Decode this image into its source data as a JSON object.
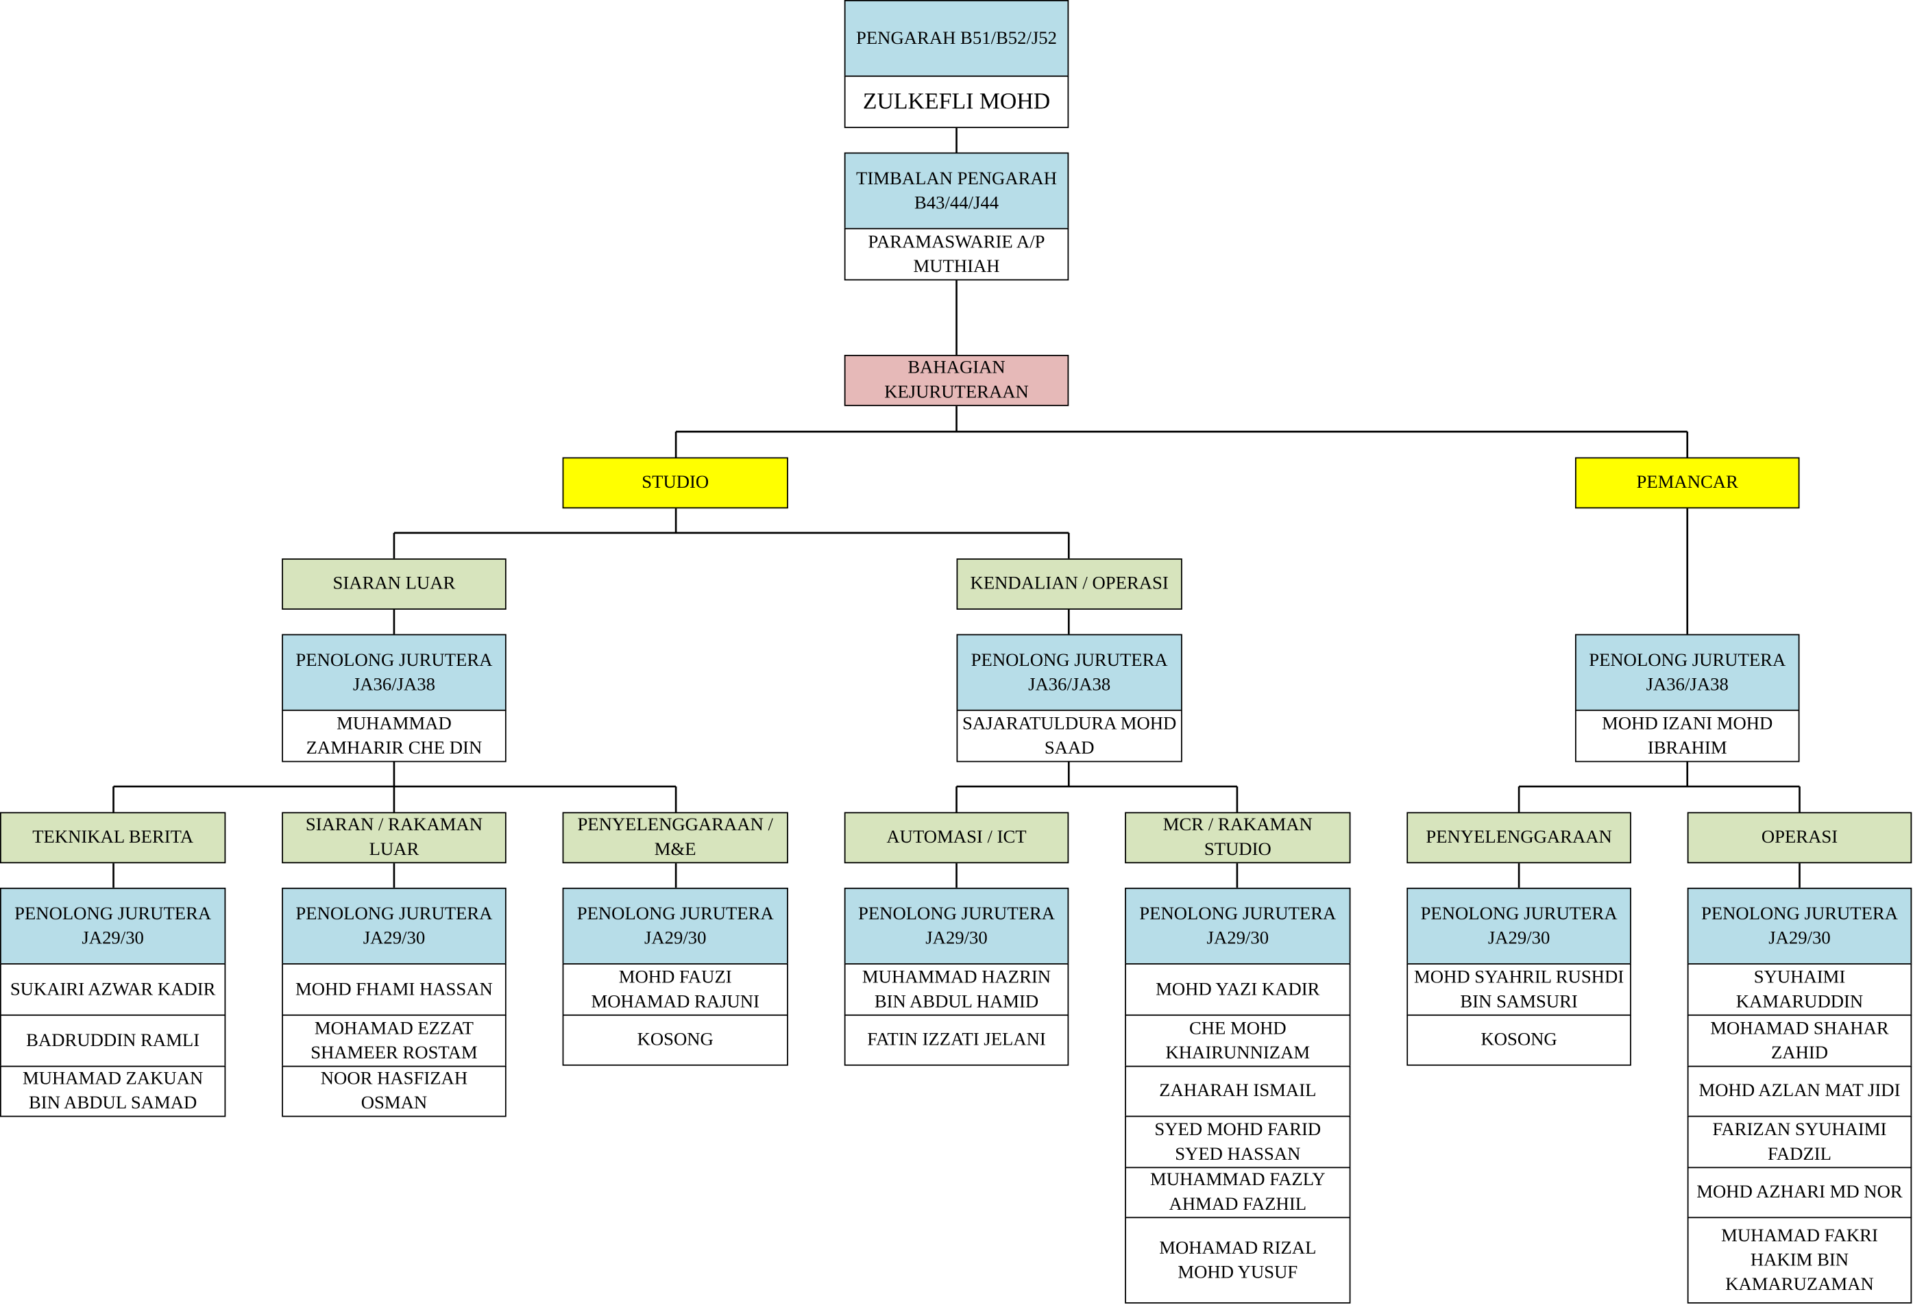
{
  "top": {
    "director_title": "PENGARAH B51/B52/J52",
    "director_name": "ZULKEFLI MOHD",
    "deputy_title": "TIMBALAN PENGARAH B43/44/J44",
    "deputy_name": "PARAMASWARIE A/P MUTHIAH",
    "division": "BAHAGIAN KEJURUTERAAN"
  },
  "studio": {
    "label": "STUDIO",
    "siaran_luar": {
      "label": "SIARAN LUAR",
      "lead_title": "PENOLONG JURUTERA  JA36/JA38",
      "lead_name": "MUHAMMAD ZAMHARIR CHE DIN",
      "units": [
        {
          "label": "TEKNIKAL BERITA",
          "title": "PENOLONG JURUTERA JA29/30",
          "staff": [
            "SUKAIRI AZWAR KADIR",
            "BADRUDDIN RAMLI",
            "MUHAMAD ZAKUAN BIN ABDUL SAMAD"
          ]
        },
        {
          "label": "SIARAN / RAKAMAN LUAR",
          "title": "PENOLONG JURUTERA JA29/30",
          "staff": [
            "MOHD FHAMI HASSAN",
            "MOHAMAD EZZAT SHAMEER ROSTAM",
            "NOOR HASFIZAH OSMAN"
          ]
        },
        {
          "label": "PENYELENGGARAAN / M&E",
          "title": "PENOLONG JURUTERA JA29/30",
          "staff": [
            "MOHD FAUZI MOHAMAD RAJUNI",
            "KOSONG"
          ]
        }
      ]
    },
    "kendalian": {
      "label": "KENDALIAN / OPERASI",
      "lead_title": "PENOLONG JURUTERA  JA36/JA38",
      "lead_name": "SAJARATULDURA MOHD SAAD",
      "units": [
        {
          "label": "AUTOMASI / ICT",
          "title": "PENOLONG JURUTERA JA29/30",
          "staff": [
            "MUHAMMAD HAZRIN BIN ABDUL HAMID",
            "FATIN IZZATI JELANI"
          ]
        },
        {
          "label": "MCR / RAKAMAN STUDIO",
          "title": "PENOLONG JURUTERA JA29/30",
          "staff": [
            "MOHD YAZI KADIR",
            "CHE MOHD KHAIRUNNIZAM",
            "ZAHARAH ISMAIL",
            "SYED MOHD FARID SYED HASSAN",
            "MUHAMMAD FAZLY AHMAD FAZHIL",
            "MOHAMAD RIZAL MOHD YUSUF"
          ]
        }
      ]
    }
  },
  "pemancar": {
    "label": "PEMANCAR",
    "lead_title": "PENOLONG JURUTERA  JA36/JA38",
    "lead_name": "MOHD IZANI MOHD IBRAHIM",
    "units": [
      {
        "label": "PENYELENGGARAAN",
        "title": "PENOLONG JURUTERA JA29/30",
        "staff": [
          "MOHD SYAHRIL RUSHDI BIN SAMSURI",
          "KOSONG"
        ]
      },
      {
        "label": "OPERASI",
        "title": "PENOLONG JURUTERA JA29/30",
        "staff": [
          "SYUHAIMI KAMARUDDIN",
          "MOHAMAD SHAHAR ZAHID",
          "MOHD AZLAN MAT JIDI",
          "FARIZAN SYUHAIMI FADZIL",
          "MOHD AZHARI MD NOR",
          "MUHAMAD FAKRI HAKIM BIN KAMARUZAMAN"
        ]
      }
    ]
  },
  "colors": {
    "title_box": "#b7dde8",
    "division_box": "#e6b9b8",
    "section_box": "#ffff00",
    "unit_box": "#d7e4bd",
    "line": "#000000"
  }
}
